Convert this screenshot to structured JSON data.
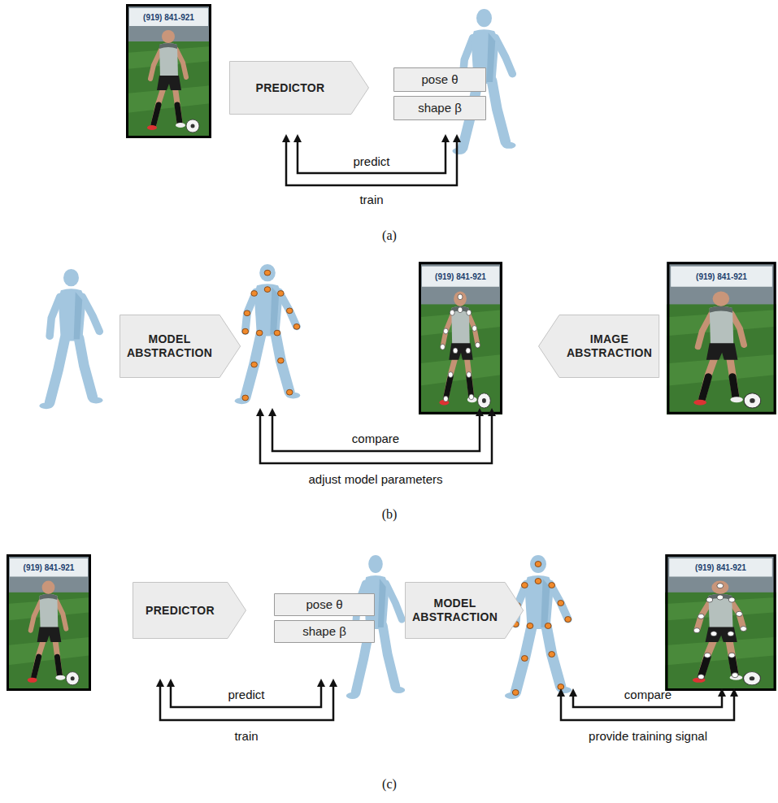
{
  "diagram": {
    "nodes": [
      {
        "text": [
          "PREDICTOR"
        ]
      },
      {
        "text": [
          "pose θ"
        ]
      },
      {
        "text": [
          "shape β"
        ]
      },
      {
        "text": [
          "MODEL ABSTRACTION"
        ]
      },
      {
        "text": [
          "IMAGE ABSTRACTION"
        ]
      },
      {
        "text": [
          "PREDICTOR"
        ]
      },
      {
        "text": [
          "pose θ"
        ]
      },
      {
        "text": [
          "shape β"
        ]
      },
      {
        "text": [
          "MODEL ABSTRACTION"
        ]
      }
    ],
    "labels": [
      "(919) 841-921",
      "predict",
      "train",
      "(a)",
      "(919) 841-921",
      "(919) 841-921",
      "compare",
      "adjust model parameters",
      "(b)",
      "(919) 841-921",
      "(919) 841-921",
      "predict",
      "train",
      "compare",
      "provide training signal",
      "(c)"
    ]
  }
}
